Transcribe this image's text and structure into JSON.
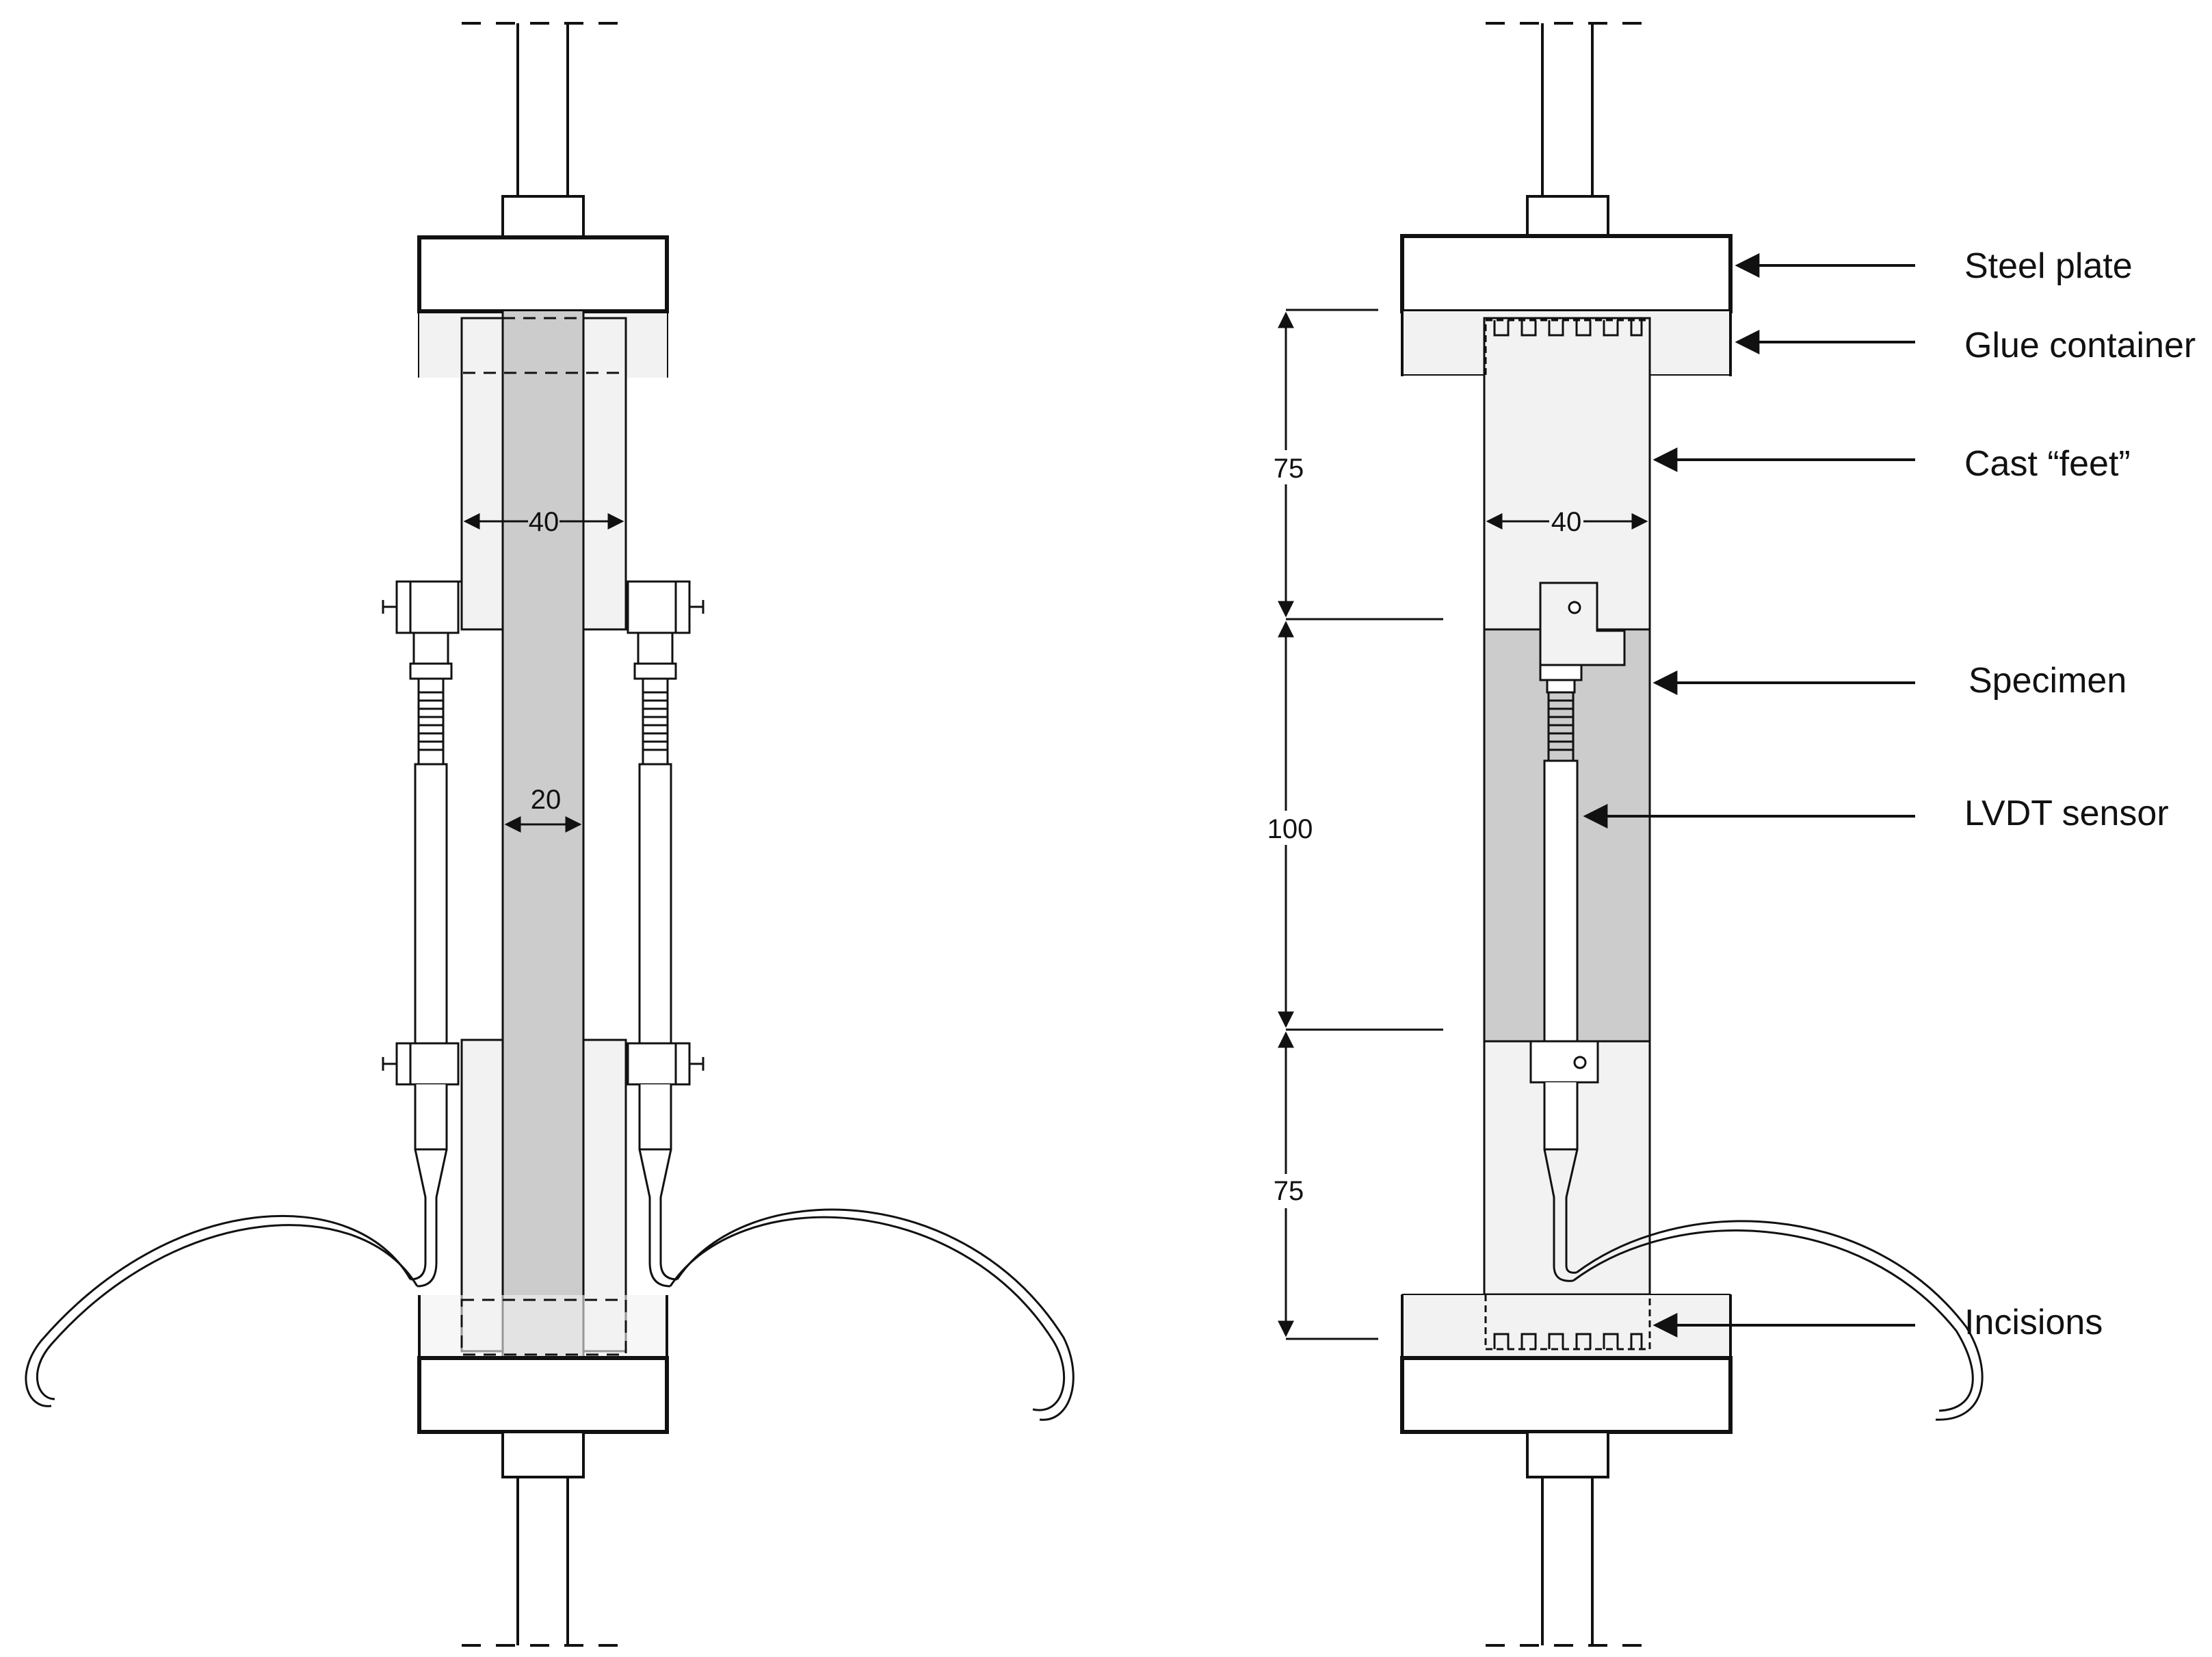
{
  "dimensions": {
    "foot_width": "40",
    "specimen_width": "20",
    "right_foot_width": "40",
    "top_foot_length": "75",
    "gauge_length": "100",
    "bottom_foot_length": "75"
  },
  "labels": {
    "steel_plate": "Steel plate",
    "glue_container": "Glue container",
    "cast_feet": "Cast “feet”",
    "specimen": "Specimen",
    "lvdt_sensor": "LVDT sensor",
    "incisions": "Incisions"
  },
  "colors": {
    "line": "#111111",
    "feet_fill": "#f2f2f2",
    "specimen_fill": "#cccccc",
    "background": "#ffffff"
  }
}
